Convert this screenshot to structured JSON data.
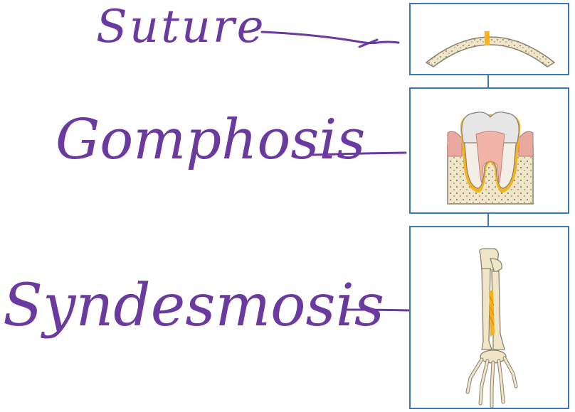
{
  "labels": {
    "suture": "Suture",
    "gomphosis": "Gomphosis",
    "syndesmosis": "Syndesmosis"
  },
  "colors": {
    "ink": "#6a3aa0",
    "panel_border": "#3a78b8",
    "bone": "#efe6c8",
    "bone_outline": "#8a8070",
    "highlight": "#f6b21a",
    "gum": "#e9a8a0"
  },
  "panels": [
    {
      "id": "suture",
      "illustration": "skull-suture-illustration"
    },
    {
      "id": "gomphosis",
      "illustration": "tooth-socket-illustration"
    },
    {
      "id": "syndesmosis",
      "illustration": "forearm-bones-illustration"
    }
  ]
}
